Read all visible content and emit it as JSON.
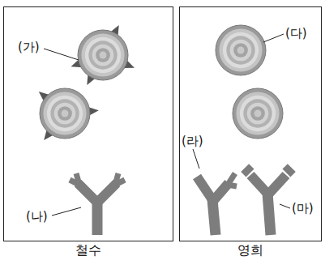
{
  "diagram": {
    "nodes": [
      {
        "text": [
          "철수"
        ]
      },
      {
        "text": [
          "영희"
        ]
      }
    ],
    "labels": [
      "(가)",
      "(나)",
      "(다)",
      "(라)",
      "(마)"
    ]
  }
}
